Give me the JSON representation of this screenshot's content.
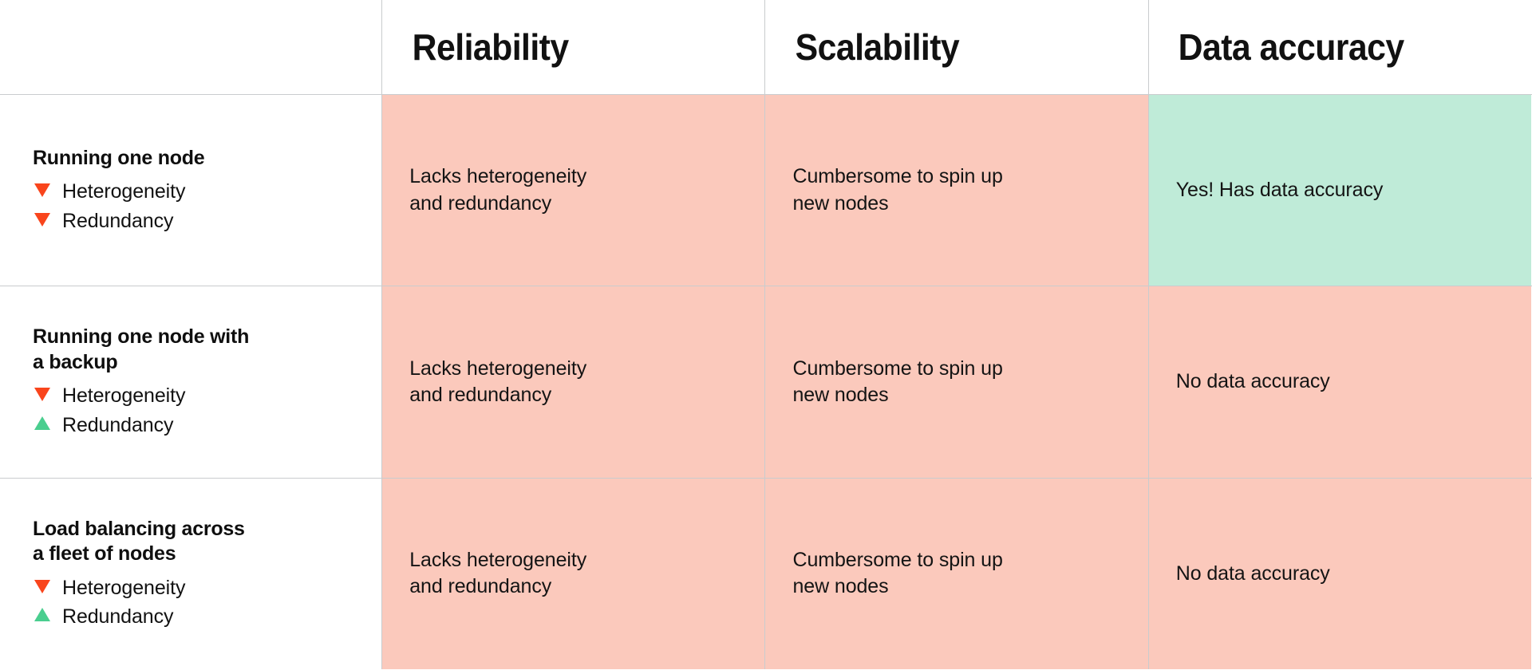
{
  "table": {
    "corner_label": "",
    "columns": [
      {
        "key": "reliability",
        "label": "Reliability"
      },
      {
        "key": "scalability",
        "label": "Scalability"
      },
      {
        "key": "data_accuracy",
        "label": "Data accuracy"
      }
    ],
    "indicator_labels": {
      "heterogeneity": "Heterogeneity",
      "redundancy": "Redundancy"
    },
    "icons": {
      "negative": "triangle-down-icon",
      "positive": "triangle-up-icon"
    },
    "colors": {
      "negative_marker": "#F9451C",
      "positive_marker": "#4ACE8F",
      "cell_negative_bg": "#FBC9BC",
      "cell_positive_bg": "#BFEBD8",
      "grid_line": "#C9CCCE",
      "text": "#111111",
      "page_bg": "#FFFFFF"
    },
    "rows": [
      {
        "title": "Running one node",
        "indicators": [
          {
            "label": "Heterogeneity",
            "state": "negative"
          },
          {
            "label": "Redundancy",
            "state": "negative"
          }
        ],
        "cells": [
          {
            "text": "Lacks heterogeneity\nand redundancy",
            "tone": "negative"
          },
          {
            "text": "Cumbersome to spin up\nnew nodes",
            "tone": "negative"
          },
          {
            "text": "Yes! Has data accuracy",
            "tone": "positive"
          }
        ]
      },
      {
        "title": "Running one node with\na backup",
        "indicators": [
          {
            "label": "Heterogeneity",
            "state": "negative"
          },
          {
            "label": "Redundancy",
            "state": "positive"
          }
        ],
        "cells": [
          {
            "text": "Lacks heterogeneity\nand redundancy",
            "tone": "negative"
          },
          {
            "text": "Cumbersome to spin up\nnew nodes",
            "tone": "negative"
          },
          {
            "text": "No data accuracy",
            "tone": "negative"
          }
        ]
      },
      {
        "title": "Load balancing across\na fleet of nodes",
        "indicators": [
          {
            "label": "Heterogeneity",
            "state": "negative"
          },
          {
            "label": "Redundancy",
            "state": "positive"
          }
        ],
        "cells": [
          {
            "text": "Lacks heterogeneity\nand redundancy",
            "tone": "negative"
          },
          {
            "text": "Cumbersome to spin up\nnew nodes",
            "tone": "negative"
          },
          {
            "text": "No data accuracy",
            "tone": "negative"
          }
        ]
      }
    ]
  }
}
